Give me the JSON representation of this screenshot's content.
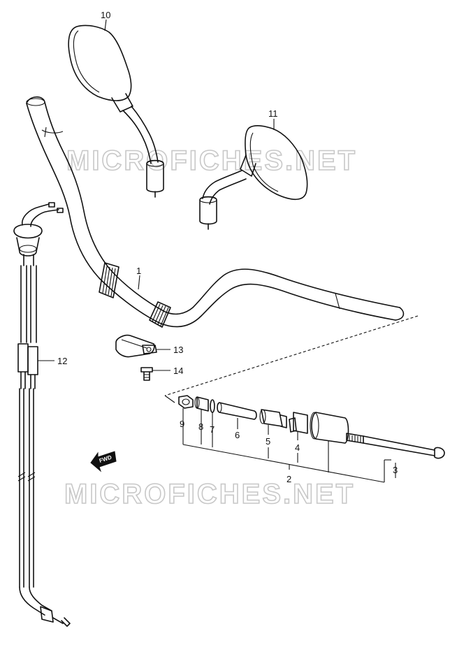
{
  "watermark": "MICROFICHES.NET",
  "fwd_label": "FWD",
  "callouts": [
    {
      "id": "1",
      "label": "1"
    },
    {
      "id": "2",
      "label": "2"
    },
    {
      "id": "3",
      "label": "3"
    },
    {
      "id": "4",
      "label": "4"
    },
    {
      "id": "5",
      "label": "5"
    },
    {
      "id": "6",
      "label": "6"
    },
    {
      "id": "7",
      "label": "7"
    },
    {
      "id": "8",
      "label": "8"
    },
    {
      "id": "9",
      "label": "9"
    },
    {
      "id": "10",
      "label": "10"
    },
    {
      "id": "11",
      "label": "11"
    },
    {
      "id": "12",
      "label": "12"
    },
    {
      "id": "13",
      "label": "13"
    },
    {
      "id": "14",
      "label": "14"
    }
  ]
}
